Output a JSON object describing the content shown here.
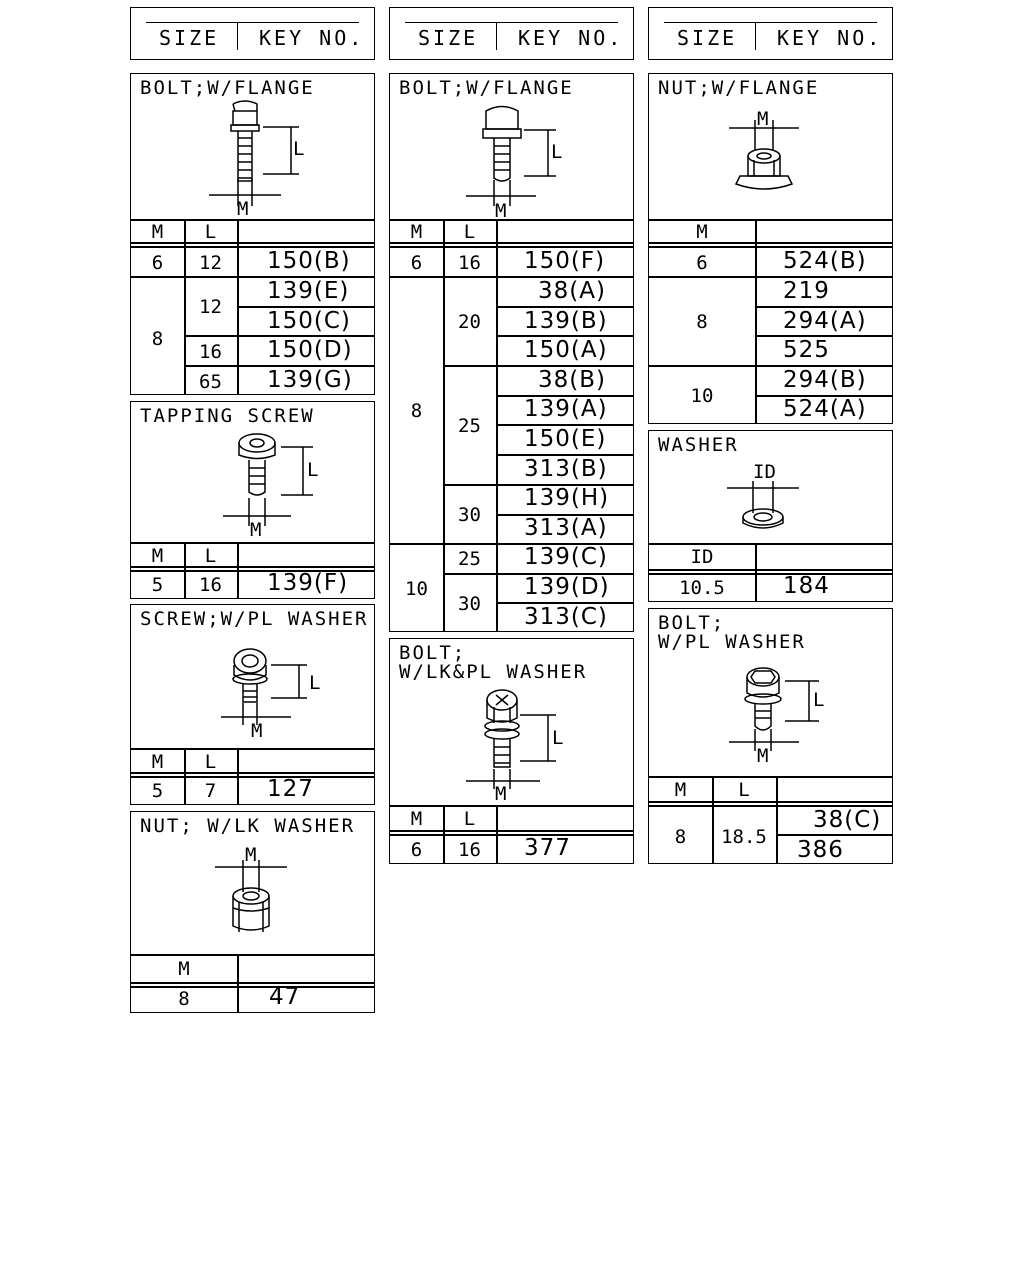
{
  "header": {
    "size_label": "SIZE",
    "key_label": "KEY NO."
  },
  "sections": {
    "bolt_flange_1": {
      "title": "BOLT;W/FLANGE",
      "dim_m": "M",
      "dim_l": "L",
      "col_m": "M",
      "col_l": "L",
      "rows": [
        {
          "m": "6",
          "l": "12",
          "key": "150(B)"
        },
        {
          "m": "8",
          "l": "12",
          "key": "139(E)"
        },
        {
          "key": "150(C)"
        },
        {
          "l": "16",
          "key": "150(D)"
        },
        {
          "l": "65",
          "key": "139(G)"
        }
      ]
    },
    "tapping_screw": {
      "title": "TAPPING SCREW",
      "dim_m": "M",
      "dim_l": "L",
      "col_m": "M",
      "col_l": "L",
      "rows": [
        {
          "m": "5",
          "l": "16",
          "key": "139(F)"
        }
      ]
    },
    "screw_pl_washer": {
      "title": "SCREW;W/PL WASHER",
      "dim_m": "M",
      "dim_l": "L",
      "col_m": "M",
      "col_l": "L",
      "rows": [
        {
          "m": "5",
          "l": "7",
          "key": "127"
        }
      ]
    },
    "nut_lk_washer": {
      "title": "NUT; W/LK WASHER",
      "dim_m": "M",
      "col_m": "M",
      "rows": [
        {
          "m": "8",
          "key": "47"
        }
      ]
    },
    "bolt_flange_2": {
      "title": "BOLT;W/FLANGE",
      "dim_m": "M",
      "dim_l": "L",
      "col_m": "M",
      "col_l": "L",
      "rows": [
        {
          "m": "6",
          "l": "16",
          "key": "150(F)"
        },
        {
          "m": "8",
          "l": "20",
          "key": "38(A)"
        },
        {
          "key": "139(B)"
        },
        {
          "key": "150(A)"
        },
        {
          "l": "25",
          "key": "38(B)"
        },
        {
          "key": "139(A)"
        },
        {
          "key": "150(E)"
        },
        {
          "key": "313(B)"
        },
        {
          "l": "30",
          "key": "139(H)"
        },
        {
          "key": "313(A)"
        },
        {
          "m": "10",
          "l": "25",
          "key": "139(C)"
        },
        {
          "l": "30",
          "key": "139(D)"
        },
        {
          "key": "313(C)"
        }
      ]
    },
    "bolt_lk_pl_washer": {
      "title_1": "BOLT;",
      "title_2": "W/LK&PL WASHER",
      "dim_m": "M",
      "dim_l": "L",
      "col_m": "M",
      "col_l": "L",
      "rows": [
        {
          "m": "6",
          "l": "16",
          "key": "377"
        }
      ]
    },
    "nut_flange": {
      "title": "NUT;W/FLANGE",
      "dim_m": "M",
      "col_m": "M",
      "rows": [
        {
          "m": "6",
          "key": "524(B)"
        },
        {
          "m": "8",
          "key": "219"
        },
        {
          "key": "294(A)"
        },
        {
          "key": "525"
        },
        {
          "m": "10",
          "key": "294(B)"
        },
        {
          "key": "524(A)"
        }
      ]
    },
    "washer": {
      "title": "WASHER",
      "dim_id": "ID",
      "col_id": "ID",
      "rows": [
        {
          "id": "10.5",
          "key": "184"
        }
      ]
    },
    "bolt_pl_washer": {
      "title_1": "BOLT;",
      "title_2": "W/PL WASHER",
      "dim_m": "M",
      "dim_l": "L",
      "col_m": "M",
      "col_l": "L",
      "rows": [
        {
          "m": "8",
          "l": "18.5",
          "key": "38(C)"
        },
        {
          "key": "386"
        }
      ]
    }
  }
}
